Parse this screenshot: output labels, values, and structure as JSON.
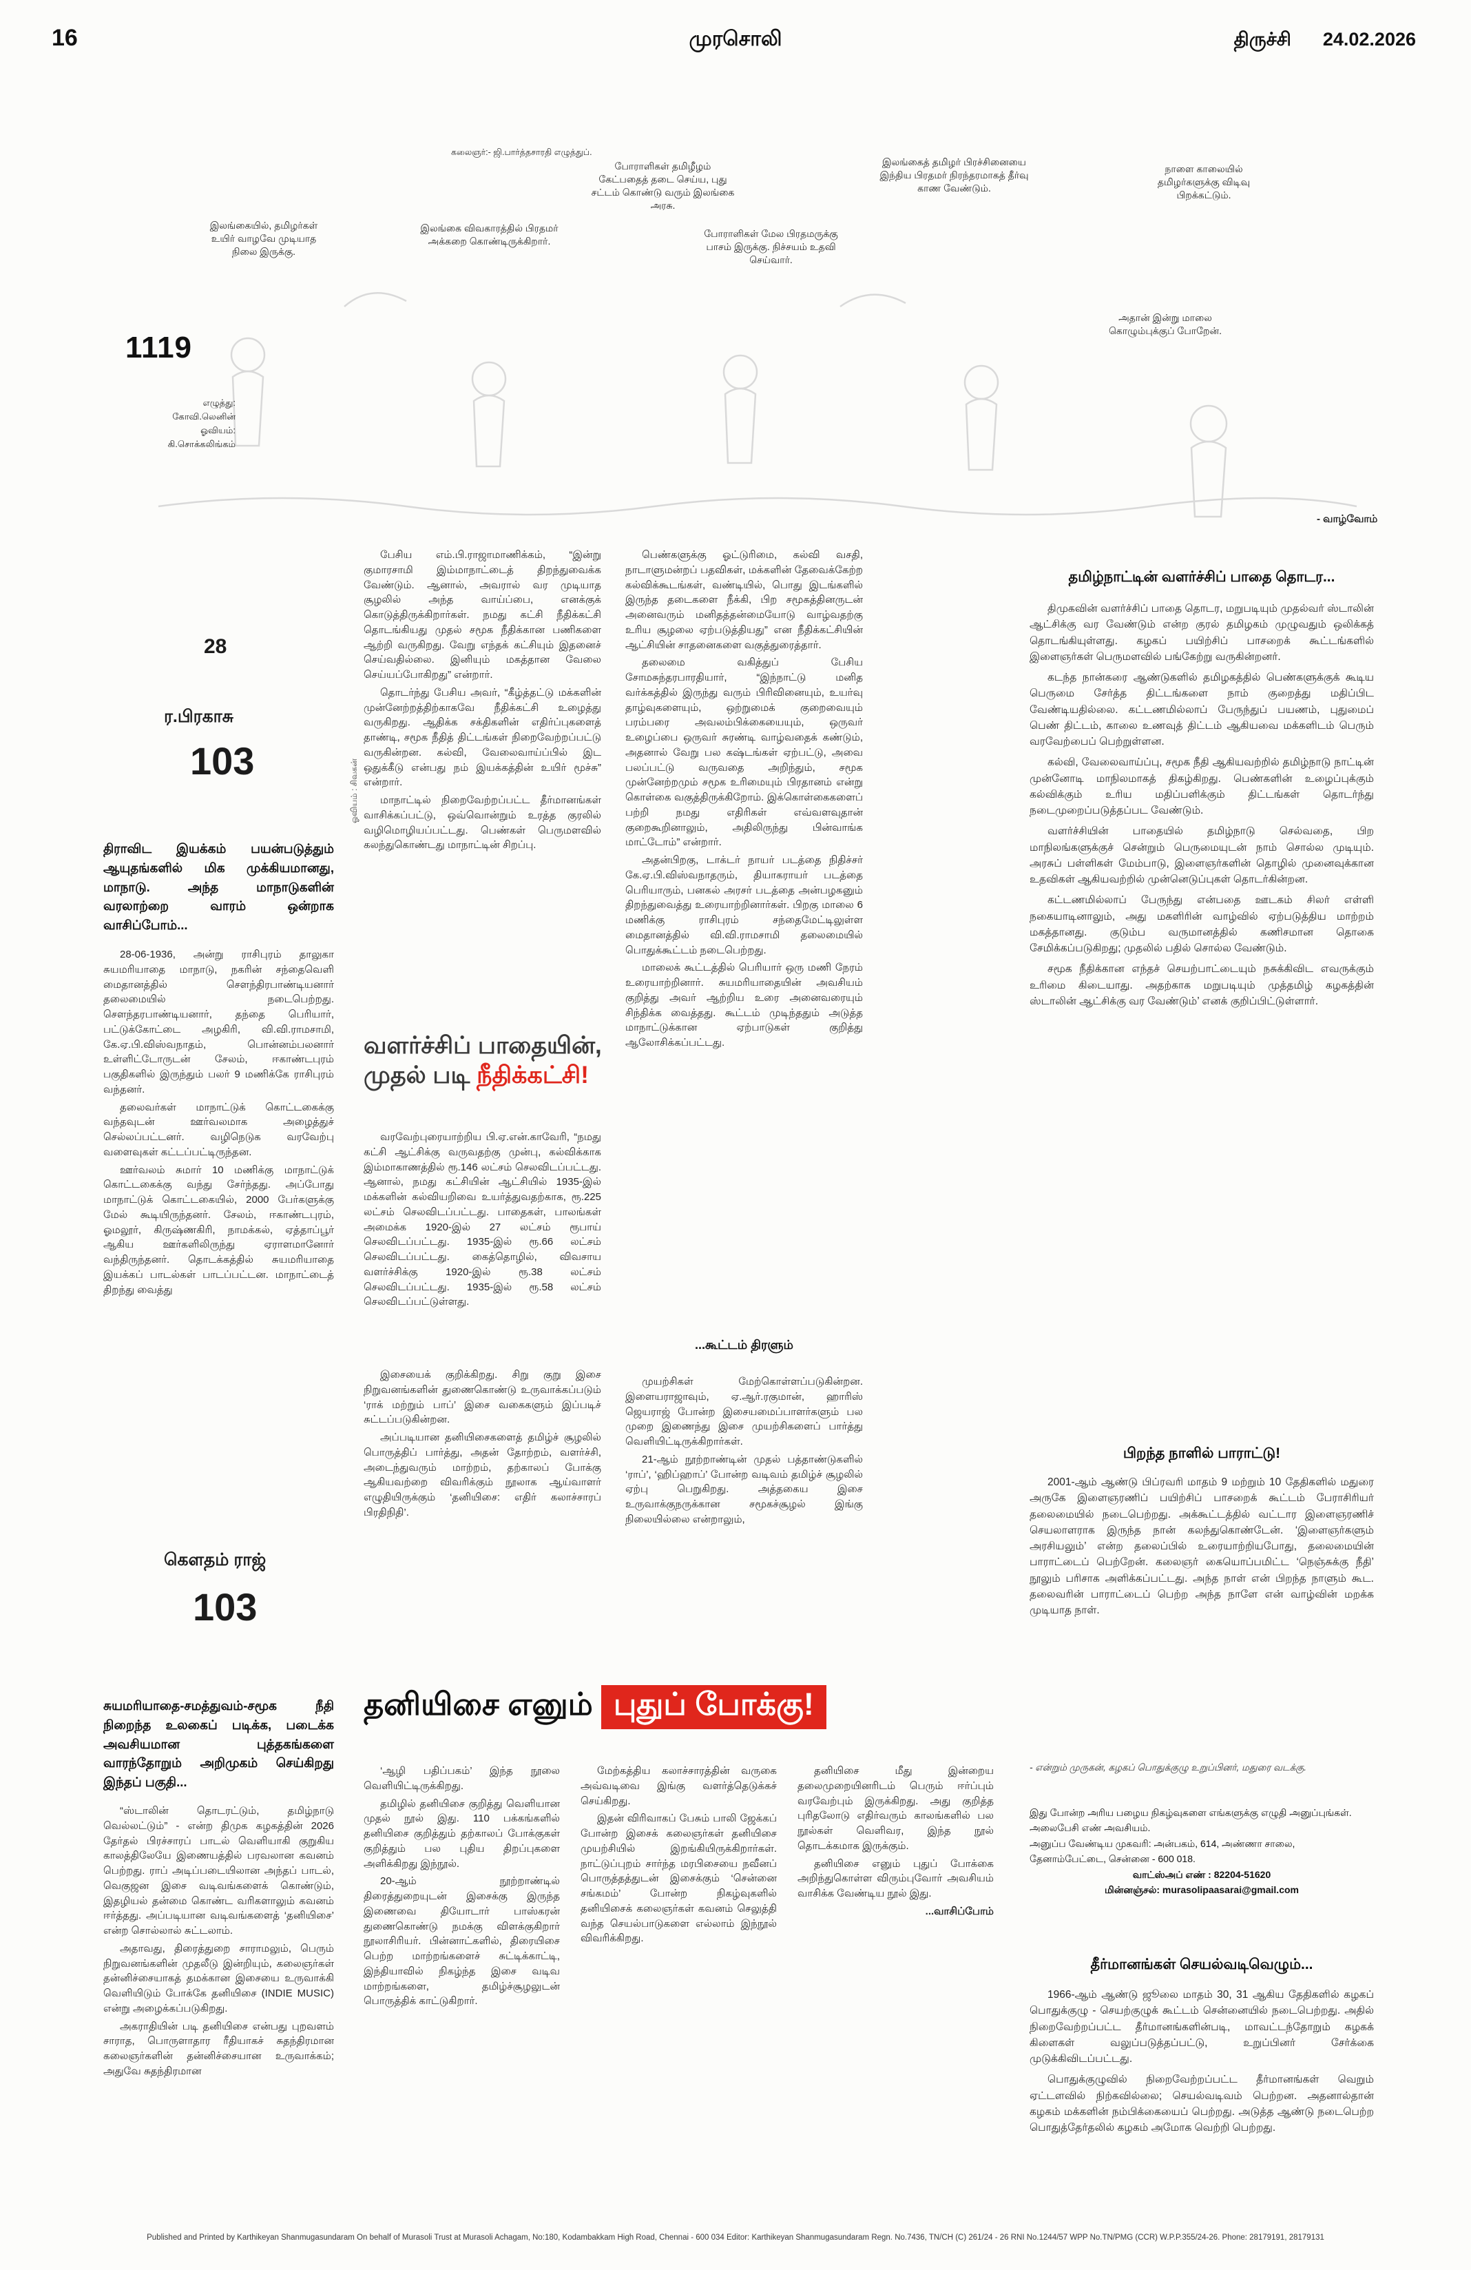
{
  "colors": {
    "accent_red": "#e0261c"
  },
  "masthead": {
    "page_number": "16",
    "paper_name": "முரசொலி",
    "edition": "திருச்சி",
    "date": "24.02.2026"
  },
  "cartoon": {
    "series_number": "1119",
    "top_credit": "கலைஞர்:- ஜி.பார்த்தசாரதி எழுத்துப்.",
    "writer_credits": "எழுத்து:\nகோவி.லெனின்\nஓவியம்:\nகி.சொக்கலிங்கம்",
    "sign_off": "- வாழ்வோம்",
    "bubbles": [
      "இலங்கையில், தமிழர்கள் உயிர் வாழவே முடியாத நிலை இருக்கு.",
      "இலங்கை விவகாரத்தில் பிரதமர் அக்கறை கொண்டிருக்கிறார்.",
      "போராளிகள் தமிழீழம் கேட்பதைத் தடை செய்ய, புது சட்டம் கொண்டு வரும் இலங்கை அரசு.",
      "போராளிகள் மேல பிரதமருக்கு பாசம் இருக்கு. நிச்சயம் உதவி செய்வார்.",
      "இலங்கைத் தமிழர் பிரச்சினையை இந்திய பிரதமர் நிரந்தரமாகத் தீர்வு காண வேண்டும்.",
      "நாளை காலையில் தமிழர்களுக்கு விடிவு பிறக்கட்டும்.",
      "அதான் இன்று மாலை கொழும்புக்குப் போறேன்."
    ]
  },
  "conference_article": {
    "episode": "28",
    "byline": "ர.பிரகாசு",
    "series": "103",
    "artist_credit": "ஓவியம் : சிவகன்",
    "intro": "திராவிட இயக்கம் பயன்படுத்தும் ஆயுதங்களில் மிக முக்கியமானது, மாநாடு. அந்த மாநாடுகளின் வரலாற்றை வாரம் ஒன்றாக வாசிப்போம்...",
    "col1": [
      "28-06-1936, அன்று ராசிபுரம் தாலுகா சுயமரியாதை மாநாடு, நகரின் சந்தைவெளி மைதானத்தில் சௌந்திரபாண்டியனார் தலைமையில் நடைபெற்றது. சௌந்தரபாண்டியனார், தந்தை பெரியார், பட்டுக்கோட்டை அழகிரி, வி.வி.ராமசாமி, கே.ஏ.பி.விஸ்வநாதம், பொன்னம்பலனார் உள்ளிட்டோருடன் சேலம், ஈகாண்டபுரம் பகுதிகளில் இருந்தும் பலர் 9 மணிக்கே ராசிபுரம் வந்தனர்.",
      "தலைவர்கள் மாநாட்டுக் கொட்டகைக்கு வந்தவுடன் ஊர்வலமாக அழைத்துச் செல்லப்பட்டனர். வழிநெடுக வரவேற்பு வளைவுகள் கட்டப்பட்டிருந்தன.",
      "ஊர்வலம் சுமார் 10 மணிக்கு மாநாட்டுக் கொட்டகைக்கு வந்து சேர்ந்தது. அப்போது மாநாட்டுக் கொட்டகையில், 2000 பேர்களுக்கு மேல் கூடியிருந்தனர். சேலம், ஈகாண்டபுரம், ஓமலூர், கிருஷ்ணகிரி, நாமக்கல், ஏத்தாப்பூர் ஆகிய ஊர்களிலிருந்து ஏராளமானோர் வந்திருந்தனர். தொடக்கத்தில் சுயமரியாதை இயக்கப் பாடல்கள் பாடப்பட்டன. மாநாட்டைத் திறந்து வைத்து"
    ],
    "col2_top": [
      "பேசிய எம்.பி.ராஜாமாணிக்கம், “இன்று குமாரசாமி இம்மாநாட்டைத் திறந்துவைக்க வேண்டும். ஆனால், அவரால் வர முடியாத சூழலில் அந்த வாய்ப்பை, எனக்குக் கொடுத்திருக்கிறார்கள். நமது கட்சி நீதிக்கட்சி தொடங்கியது முதல் சமூக நீதிக்கான பணிகளை ஆற்றி வருகிறது. வேறு எந்தக் கட்சியும் இதனைச் செய்வதில்லை. இனியும் மகத்தான வேலை செய்யப்போகிறது” என்றார்.",
      "தொடர்ந்து பேசிய அவர், “கீழ்த்தட்டு மக்களின் முன்னேற்றத்திற்காகவே நீதிக்கட்சி உழைத்து வருகிறது. ஆதிக்க சக்திகளின் எதிர்ப்புகளைத் தாண்டி, சமூக நீதித் திட்டங்கள் நிறைவேற்றப்பட்டு வருகின்றன. கல்வி, வேலைவாய்ப்பில் இட ஒதுக்கீடு என்பது நம் இயக்கத்தின் உயிர் மூச்சு” என்றார்.",
      "மாநாட்டில் நிறைவேற்றப்பட்ட தீர்மானங்கள் வாசிக்கப்பட்டு, ஒவ்வொன்றும் உரத்த குரலில் வழிமொழியப்பட்டது. பெண்கள் பெருமளவில் கலந்துகொண்டது மாநாட்டின் சிறப்பு."
    ],
    "headline": {
      "line1": "வளர்ச்சிப் பாதையின்,",
      "line2_black": "முதல் படி ",
      "line2_red": "நீதிக்கட்சி!"
    },
    "col2_mid": [
      "வரவேற்புரையாற்றிய பி.ஏ.என்.காவேரி, “நமது கட்சி ஆட்சிக்கு வருவதற்கு முன்பு, கல்விக்காக இம்மாகாணத்தில் ரூ.146 லட்சம் செலவிடப்பட்டது. ஆனால், நமது கட்சியின் ஆட்சியில் 1935-இல் மக்களின் கல்வியறிவை உயர்த்துவதற்காக, ரூ.225 லட்சம் செலவிடப்பட்டது. பாதைகள், பாலங்கள் அமைக்க 1920-இல் 27 லட்சம் ரூபாய் செலவிடப்பட்டது. 1935-இல் ரூ.66 லட்சம் செலவிடப்பட்டது. கைத்தொழில், விவசாய வளர்ச்சிக்கு 1920-இல் ரூ.38 லட்சம் செலவிடப்பட்டது. 1935-இல் ரூ.58 லட்சம் செலவிடப்பட்டுள்ளது."
    ],
    "col3": [
      "பெண்களுக்கு ஓட்டுரிமை, கல்வி வசதி, நாடாளுமன்றப் பதவிகள், மக்களின் தேவைக்கேற்ற கல்விக்கூடங்கள், வண்டியில், பொது இடங்களில் இருந்த தடைகளை நீக்கி, பிற சமூகத்தினருடன் அனைவரும் மனிதத்தன்மையோடு வாழ்வதற்கு உரிய சூழலை ஏற்படுத்தியது” என நீதிக்கட்சியின் ஆட்சியின் சாதனைகளை வகுத்துரைத்தார்.",
      "தலைமை வகித்துப் பேசிய சோமசுந்தரபாரதியார், “இந்நாட்டு மனித வர்க்கத்தில் இருந்து வரும் பிரிவினையும், உயர்வு தாழ்வுகளையும், ஒற்றுமைக் குறைவையும் பரம்பரை அவலம்பிக்கையையும், ஒருவர் உழைப்பை ஒருவர் சுரண்டி வாழ்வதைக் கண்டும், அதனால் வேறு பல கஷ்டங்கள் ஏற்பட்டு, அவை பலப்பட்டு வருவதை அறிந்தும், சமூக முன்னேற்றமும் சமூக உரிமையும் பிரதானம் என்று கொள்கை வகுத்திருக்கிறோம். இக்கொள்கைகளைப் பற்றி நமது எதிரிகள் எவ்வளவுதான் குறைகூறினாலும், அதிலிருந்து பின்வாங்க மாட்டோம்” என்றார்.",
      "அதன்பிறகு, டாக்டர் நாயர் படத்தை நிதிச்சர் கே.ஏ.பி.விஸ்வநாதரும், தியாகராயர் படத்தை பெரியாரும், பனகல் அரசர் படத்தை அன்பழகனும் திறந்துவைத்து உரையாற்றினார்கள். பிறகு மாலை 6 மணிக்கு ராசிபுரம் சந்தைமேட்டிலுள்ள மைதானத்தில் வி.வி.ராமசாமி தலைமையில் பொதுக்கூட்டம் நடைபெற்றது.",
      "மாலைக் கூட்டத்தில் பெரியார் ஒரு மணி நேரம் உரையாற்றினார். சுயமரியாதையின் அவசியம் குறித்து அவர் ஆற்றிய உரை அனைவரையும் சிந்திக்க வைத்தது. கூட்டம் முடிந்ததும் அடுத்த மாநாட்டுக்கான ஏற்பாடுகள் குறித்து ஆலோசிக்கப்பட்டது."
    ],
    "mini_header": "...கூட்டம் திரளும்"
  },
  "music_article": {
    "byline": "கௌதம் ராஜ்",
    "series": "103",
    "intro": "சுயமரியாதை-சமத்துவம்-சமூக நீதி நிறைந்த உலகைப் படிக்க, படைக்க அவசியமான புத்தகங்களை வாரந்தோறும் அறிமுகம் செய்கிறது இந்தப் பகுதி...",
    "headline_black": "தனியிசை எனும்",
    "headline_red": "புதுப் போக்கு!",
    "col1": [
      "“ஸ்டாலின் தொடரட்டும், தமிழ்நாடு வெல்லட்டும்” - என்ற திமுக கழகத்தின் 2026 தேர்தல் பிரச்சாரப் பாடல் வெளியாகி குறுகிய காலத்திலேயே இணையத்தில் பரவலான கவனம் பெற்றது. ராப் அடிப்படையிலான அந்தப் பாடல், வெகுஜன இசை வடிவங்களைக் கொண்டும், இதழியல் தன்மை கொண்ட வரிகளாலும் கவனம் ஈர்த்தது. அப்படியான வடிவங்களைத் ‘தனியிசை’ என்ற சொல்லால் சுட்டலாம்.",
      "அதாவது, திரைத்துறை சாராமலும், பெரும் நிறுவனங்களின் முதலீடு இன்றியும், கலைஞர்கள் தன்னிச்சையாகத் தமக்கான இசையை உருவாக்கி வெளியிடும் போக்கே தனியிசை (INDIE MUSIC) என்று அழைக்கப்படுகிறது.",
      "அகராதியின் படி தனியிசை என்பது புறவளம் சாராத, பொருளாதார ரீதியாகச் சுதந்திரமான கலைஞர்களின் தன்னிச்சையான உருவாக்கம்; அதுவே சுதந்திரமான"
    ],
    "col2_pre": [
      "இசையைக் குறிக்கிறது. சிறு குறு இசை நிறுவனங்களின் துணைகொண்டு உருவாக்கப்படும் ‘ராக் மற்றும் பாப்’ இசை வகைகளும் இப்படிச் சுட்டப்படுகின்றன.",
      "அப்படியான தனியிசைகளைத் தமிழ்ச் சூழலில் பொருத்திப் பார்த்து, அதன் தோற்றம், வளர்ச்சி, அடைந்துவரும் மாற்றம், தற்காலப் போக்கு ஆகியவற்றை விவரிக்கும் நூலாக ஆய்வாளர் எழுதியிருக்கும் ‘தனியிசை: எதிர் கலாச்சாரப் பிரதிநிதி’."
    ],
    "col3_pre": [
      "முயற்சிகள் மேற்கொள்ளப்படுகின்றன. இளையராஜாவும், ஏ.ஆர்.ரகுமான், ஹாரிஸ் ஜெயராஜ் போன்ற இசையமைப்பாளர்களும் பல முறை இணைந்து இசை முயற்சிகளைப் பார்த்து வெளியிட்டிருக்கிறார்கள்.",
      "21-ஆம் நூற்றாண்டின் முதல் பத்தாண்டுகளில் ‘ராப்’, ‘ஹிப்ஹாப்’ போன்ற வடிவம் தமிழ்ச் சூழலில் ஏற்பு பெறுகிறது. அத்தகைய இசை உருவாக்குநருக்கான சமூகச்சூழல் இங்கு நிலையில்லை என்றாலும்,"
    ],
    "colA": [
      "‘ஆழி பதிப்பகம்’ இந்த நூலை வெளியிட்டிருக்கிறது.",
      "தமிழில் தனியிசை குறித்து வெளியான முதல் நூல் இது. 110 பக்கங்களில் தனியிசை குறித்தும் தற்காலப் போக்குகள் குறித்தும் பல புதிய திறப்புகளை அளிக்கிறது இந்நூல்.",
      "20-ஆம் நூற்றாண்டில் திரைத்துறையுடன் இசைக்கு இருந்த இணைவை தியோடார் பாஸ்கரன் துணைகொண்டு நமக்கு விளக்குகிறார் நூலாசிரியர். பின்னாட்களில், திரையிசை பெற்ற மாற்றங்களைச் சுட்டிக்காட்டி, இந்தியாவில் நிகழ்ந்த இசை வடிவ மாற்றங்களை, தமிழ்ச்சூழலுடன் பொருத்திக் காட்டுகிறார்."
    ],
    "colB": [
      "மேற்கத்திய கலாச்சாரத்தின் வருகை அவ்வடிவை இங்கு வளர்த்தெடுக்கச் செய்கிறது.",
      "இதன் விரிவாகப் பேசும் பாலி ஜேக்கப் போன்ற இசைக் கலைஞர்கள் தனியிசை முயற்சியில் இறங்கியிருக்கிறார்கள். நாட்டுப்புறம் சார்ந்த மரபிசையை நவீனப் பொருத்தத்துடன் இசைக்கும் ‘சென்னை சங்கமம்’ போன்ற நிகழ்வுகளில் தனியிசைக் கலைஞர்கள் கவனம் செலுத்தி வந்த செயல்பாடுகளை எல்லாம் இந்நூல் விவரிக்கிறது."
    ],
    "colC": [
      "தனியிசை மீது இன்றைய தலைமுறையினரிடம் பெரும் ஈர்ப்பும் வரவேற்பும் இருக்கிறது. அது குறித்த புரிதலோடு எதிர்வரும் காலங்களில் பல நூல்கள் வெளிவர, இந்த நூல் தொடக்கமாக இருக்கும்.",
      "தனியிசை எனும் புதுப் போக்கை அறிந்துகொள்ள விரும்புவோர் அவசியம் வாசிக்க வேண்டிய நூல் இது."
    ],
    "closing": "...வாசிப்போம்"
  },
  "right_column": {
    "growth": {
      "header": "தமிழ்நாட்டின் வளர்ச்சிப் பாதை தொடர...",
      "paragraphs": [
        "திமுகவின் வளர்ச்சிப் பாதை தொடர, மறுபடியும் முதல்வர் ஸ்டாலின் ஆட்சிக்கு வர வேண்டும் என்ற குரல் தமிழகம் முழுவதும் ஒலிக்கத் தொடங்கியுள்ளது. கழகப் பயிற்சிப் பாசறைக் கூட்டங்களில் இளைஞர்கள் பெருமளவில் பங்கேற்று வருகின்றனர்.",
        "கடந்த நான்கரை ஆண்டுகளில் தமிழகத்தில் பெண்களுக்குக் கூடிய பெருமை சேர்த்த திட்டங்களை நாம் குறைத்து மதிப்பிட வேண்டியதில்லை. கட்டணமில்லாப் பேருந்துப் பயணம், புதுமைப் பெண் திட்டம், காலை உணவுத் திட்டம் ஆகியவை மக்களிடம் பெரும் வரவேற்பைப் பெற்றுள்ளன.",
        "கல்வி, வேலைவாய்ப்பு, சமூக நீதி ஆகியவற்றில் தமிழ்நாடு நாட்டின் முன்னோடி மாநிலமாகத் திகழ்கிறது. பெண்களின் உழைப்புக்கும் கல்விக்கும் உரிய மதிப்பளிக்கும் திட்டங்கள் தொடர்ந்து நடைமுறைப்படுத்தப்பட வேண்டும்.",
        "வளர்ச்சியின் பாதையில் தமிழ்நாடு செல்வதை, பிற மாநிலங்களுக்குச் சென்றும் பெருமையுடன் நாம் சொல்ல முடியும். அரசுப் பள்ளிகள் மேம்பாடு, இளைஞர்களின் தொழில் முனைவுக்கான உதவிகள் ஆகியவற்றில் முன்னெடுப்புகள் தொடர்கின்றன.",
        "கட்டணமில்லாப் பேருந்து என்பதை ஊடகம் சிலர் எள்ளி நகையாடினாலும், அது மகளிரின் வாழ்வில் ஏற்படுத்திய மாற்றம் மகத்தானது. குடும்ப வருமானத்தில் கணிசமான தொகை சேமிக்கப்படுகிறது; முதலில் பதில் சொல்ல வேண்டும்.",
        "சமூக நீதிக்கான எந்தச் செயற்பாட்டையும் நசுக்கிவிட எவருக்கும் உரிமை கிடையாது. அதற்காக மறுபடியும் முத்தமிழ் கழகத்தின் ஸ்டாலின் ஆட்சிக்கு வர வேண்டும்’ எனக் குறிப்பிட்டுள்ளார்."
      ]
    },
    "birthday": {
      "header": "பிறந்த நாளில் பாராட்டு!",
      "paragraphs": [
        "2001-ஆம் ஆண்டு பிப்ரவரி மாதம் 9 மற்றும் 10 தேதிகளில் மதுரை அருகே இளைஞரணிப் பயிற்சிப் பாசறைக் கூட்டம் பேராசிரியர் தலைமையில் நடைபெற்றது. அக்கூட்டத்தில் வட்டார இளைஞரணிச் செயலாளராக இருந்த நான் கலந்துகொண்டேன். ‘இளைஞர்களும் அரசியலும்’ என்ற தலைப்பில் உரையாற்றியபோது, தலைமையின் பாராட்டைப் பெற்றேன். கலைஞர் கையொப்பமிட்ட ‘நெஞ்சுக்கு நீதி’ நூலும் பரிசாக அளிக்கப்பட்டது. அந்த நாள் என் பிறந்த நாளும் கூட. தலைவரின் பாராட்டைப் பெற்ற அந்த நாளே என் வாழ்வின் மறக்க முடியாத நாள்."
      ],
      "credit": "- என்றும் முருகன், கழகப் பொதுக்குழு உறுப்பினர், மதுரை வடக்கு."
    },
    "contact": {
      "line1": "இது போன்ற அரிய பழைய நிகழ்வுகளை எங்களுக்கு எழுதி அனுப்புங்கள். அலைபேசி எண் அவசியம்.",
      "address": "அனுப்ப வேண்டிய முகவரி: அன்பகம், 614, அண்ணா சாலை, தேனாம்பேட்டை, சென்னை - 600 018.",
      "whatsapp": "வாட்ஸ்அப் எண் : 82204-51620",
      "email": "மின்னஞ்சல்: murasolipaasarai@gmail.com"
    },
    "resolutions": {
      "header": "தீர்மானங்கள் செயல்வடிவெழும்...",
      "paragraphs": [
        "1966-ஆம் ஆண்டு ஜூலை மாதம் 30, 31 ஆகிய தேதிகளில் கழகப் பொதுக்குழு - செயற்குழுக் கூட்டம் சென்னையில் நடைபெற்றது. அதில் நிறைவேற்றப்பட்ட தீர்மானங்களின்படி, மாவட்டந்தோறும் கழகக் கிளைகள் வலுப்படுத்தப்பட்டு, உறுப்பினர் சேர்க்கை முடுக்கிவிடப்பட்டது.",
        "பொதுக்குழுவில் நிறைவேற்றப்பட்ட தீர்மானங்கள் வெறும் ஏட்டளவில் நிற்கவில்லை; செயல்வடிவம் பெற்றன. அதனால்தான் கழகம் மக்களின் நம்பிக்கையைப் பெற்றது. அடுத்த ஆண்டு நடைபெற்ற பொதுத்தேர்தலில் கழகம் அமோக வெற்றி பெற்றது."
      ]
    }
  },
  "footer": {
    "text": "Published and Printed by Karthikeyan Shanmugasundaram On behalf of Murasoli Trust at Murasoli Achagam, No:180, Kodambakkam High Road, Chennai - 600 034 Editor: Karthikeyan Shanmugasundaram Regn. No.7436, TN/CH (C) 261/24 - 26 RNI No.1244/57 WPP No.TN/PMG (CCR) W.P.P.355/24-26. Phone: 28179191, 28179131"
  }
}
